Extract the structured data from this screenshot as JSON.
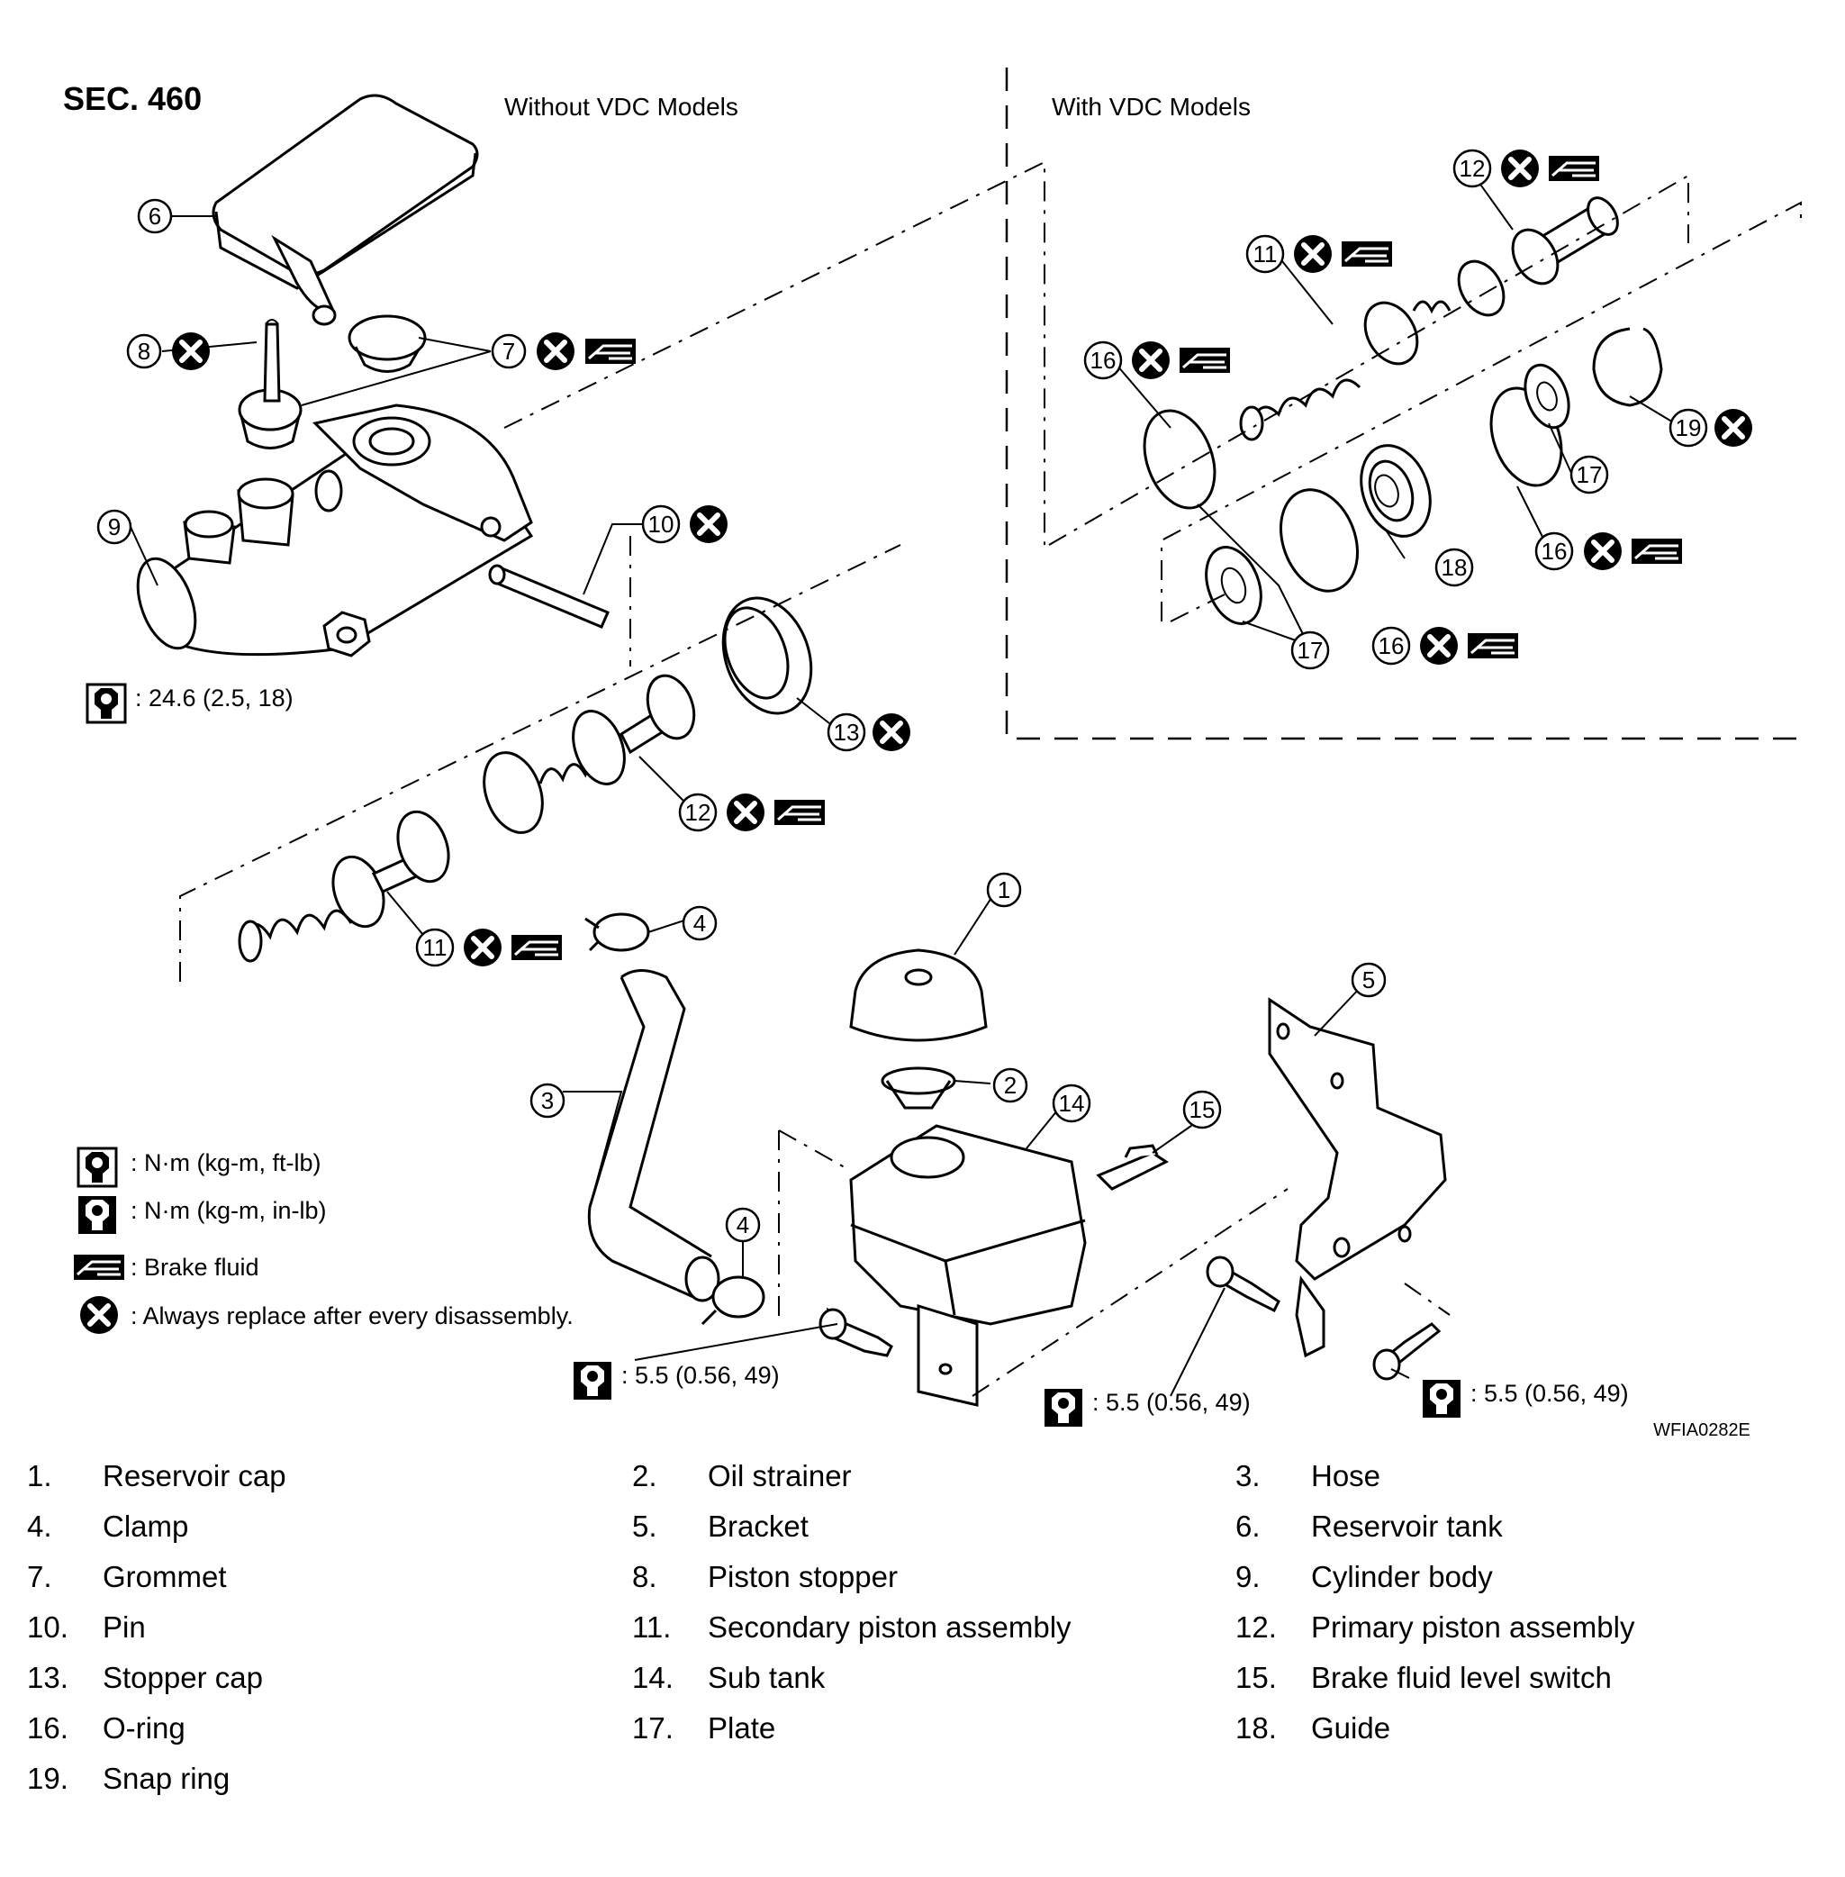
{
  "section": "SEC. 460",
  "headers": {
    "without_vdc": "Without VDC Models",
    "with_vdc": "With VDC Models"
  },
  "torques": {
    "nut": ": 24.6 (2.5, 18)",
    "bolt_left": ": 5.5 (0.56, 49)",
    "bolt_middle": ": 5.5 (0.56, 49)",
    "bolt_right": ": 5.5 (0.56, 49)"
  },
  "legend": {
    "ft_lb": ": N·m (kg-m, ft-lb)",
    "in_lb": ": N·m (kg-m, in-lb)",
    "brake_fluid": ": Brake fluid",
    "replace": ": Always replace after every disassembly."
  },
  "figure_code": "WFIA0282E",
  "icons": [
    "wrench-ftlb-icon",
    "wrench-inlb-icon",
    "brake-fluid-icon",
    "replace-icon"
  ],
  "callouts": {
    "c1": "1",
    "c2": "2",
    "c3": "3",
    "c4a": "4",
    "c4b": "4",
    "c5": "5",
    "c6": "6",
    "c7": "7",
    "c8": "8",
    "c9": "9",
    "c10": "10",
    "c11a": "11",
    "c11b": "11",
    "c12a": "12",
    "c12b": "12",
    "c13": "13",
    "c14": "14",
    "c15": "15",
    "c16a": "16",
    "c16b": "16",
    "c16c": "16",
    "c17a": "17",
    "c17b": "17",
    "c18": "18",
    "c19": "19"
  },
  "parts": [
    {
      "num": "1.",
      "name": "Reservoir cap"
    },
    {
      "num": "2.",
      "name": "Oil strainer"
    },
    {
      "num": "3.",
      "name": "Hose"
    },
    {
      "num": "4.",
      "name": "Clamp"
    },
    {
      "num": "5.",
      "name": "Bracket"
    },
    {
      "num": "6.",
      "name": "Reservoir tank"
    },
    {
      "num": "7.",
      "name": "Grommet"
    },
    {
      "num": "8.",
      "name": "Piston stopper"
    },
    {
      "num": "9.",
      "name": "Cylinder body"
    },
    {
      "num": "10.",
      "name": "Pin"
    },
    {
      "num": "11.",
      "name": "Secondary piston assembly"
    },
    {
      "num": "12.",
      "name": "Primary piston assembly"
    },
    {
      "num": "13.",
      "name": "Stopper cap"
    },
    {
      "num": "14.",
      "name": "Sub tank"
    },
    {
      "num": "15.",
      "name": "Brake fluid level switch"
    },
    {
      "num": "16.",
      "name": "O-ring"
    },
    {
      "num": "17.",
      "name": "Plate"
    },
    {
      "num": "18.",
      "name": "Guide"
    },
    {
      "num": "19.",
      "name": "Snap ring"
    }
  ]
}
